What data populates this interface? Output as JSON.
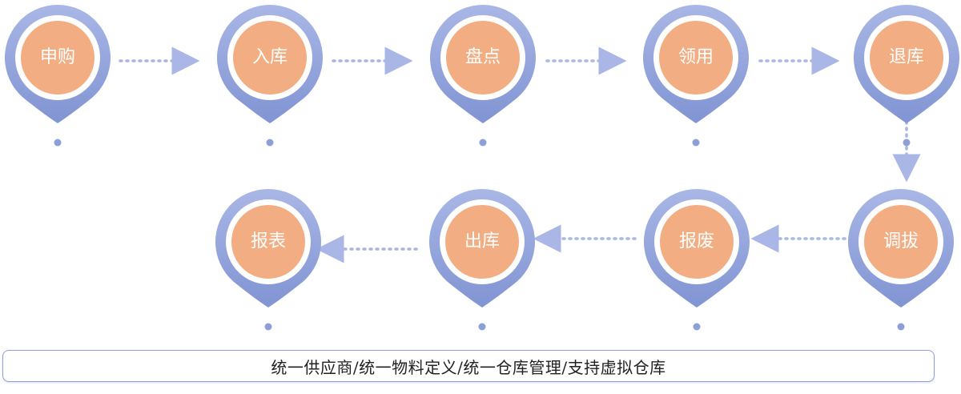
{
  "steps": [
    {
      "label": "申购"
    },
    {
      "label": "入库"
    },
    {
      "label": "盘点"
    },
    {
      "label": "领用"
    },
    {
      "label": "退库"
    },
    {
      "label": "调拔"
    },
    {
      "label": "报废"
    },
    {
      "label": "出库"
    },
    {
      "label": "报表"
    }
  ],
  "caption": "统一供应商/统一物料定义/统一仓库管理/支持虚拟仓库",
  "colors": {
    "pin_outer": "#95a5dc",
    "pin_inner_ring": "#ffffff",
    "pin_core": "#f3ad82",
    "arrow": "#a9b6e6",
    "dot": "#8e9fd8",
    "caption_border": "#8fa0d8"
  }
}
